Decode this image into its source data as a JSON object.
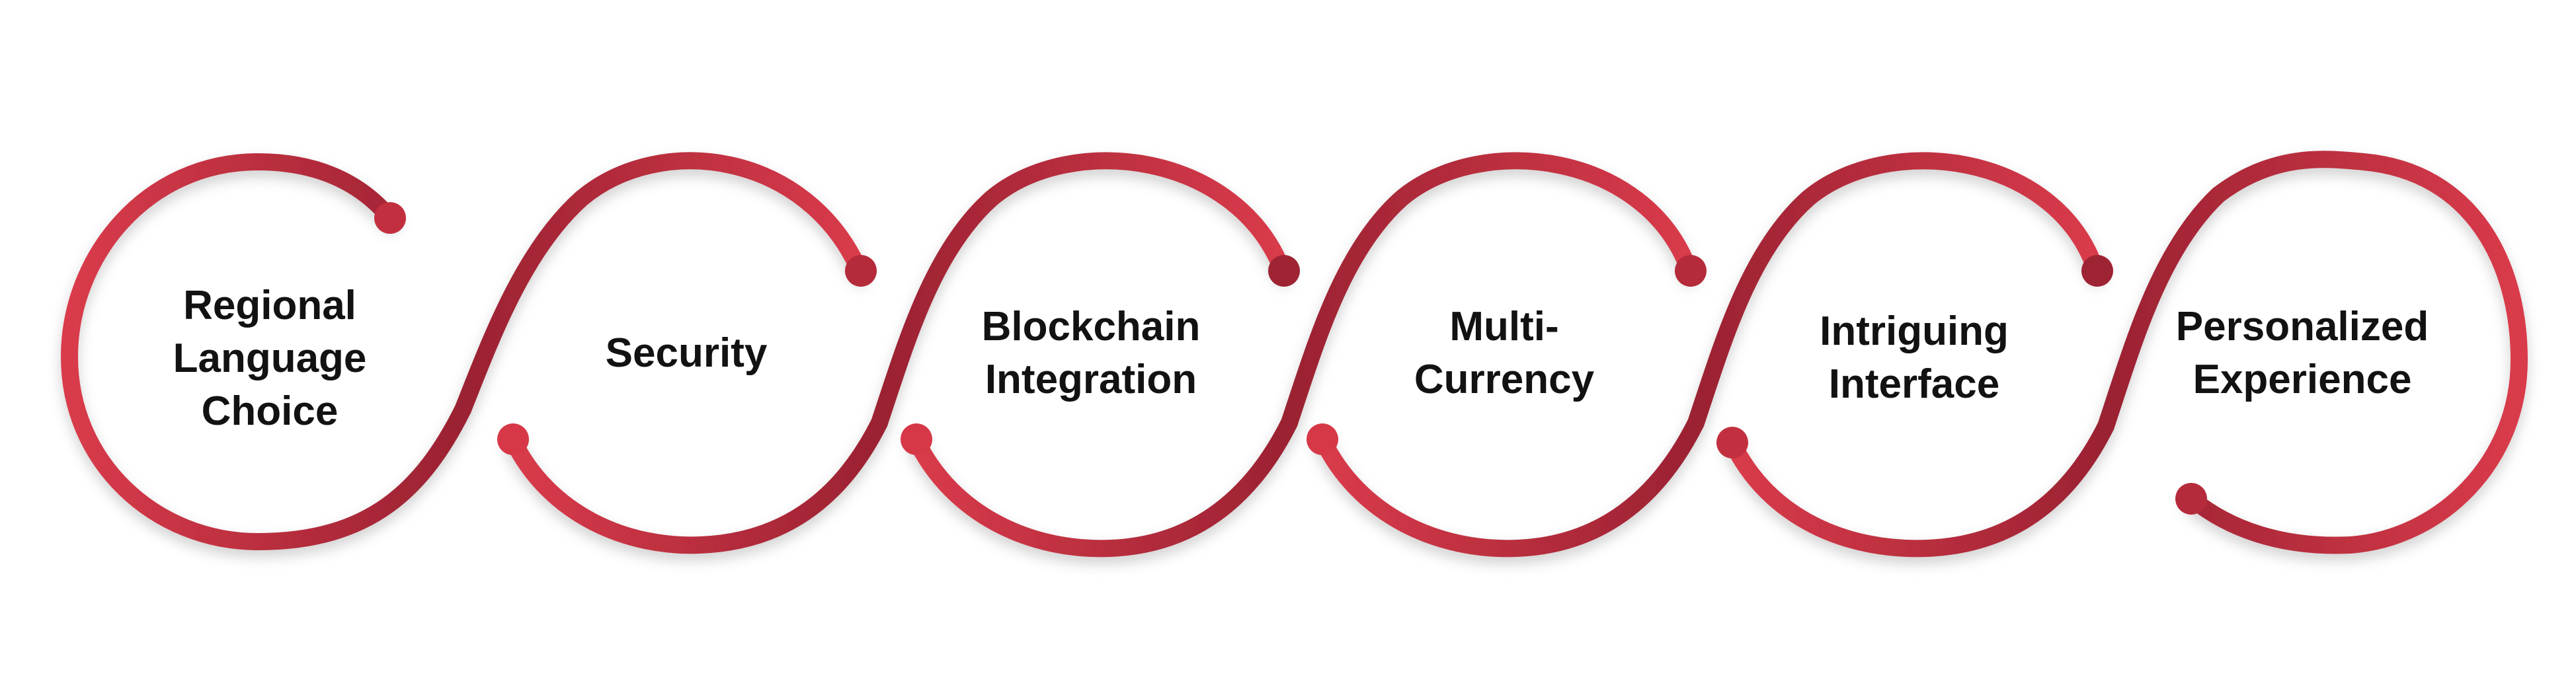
{
  "colors": {
    "background": "#ffffff",
    "text": "#121212",
    "gradient_light": "#d93b4b",
    "gradient_dark": "#9a2232"
  },
  "steps": [
    {
      "lines": [
        "Regional",
        "Language",
        "Choice"
      ]
    },
    {
      "lines": [
        "Security"
      ]
    },
    {
      "lines": [
        "Blockchain",
        "Integration"
      ]
    },
    {
      "lines": [
        "Multi-",
        "Currency"
      ]
    },
    {
      "lines": [
        "Intriguing",
        "Interface"
      ]
    },
    {
      "lines": [
        "Personalized",
        "Experience"
      ]
    }
  ]
}
